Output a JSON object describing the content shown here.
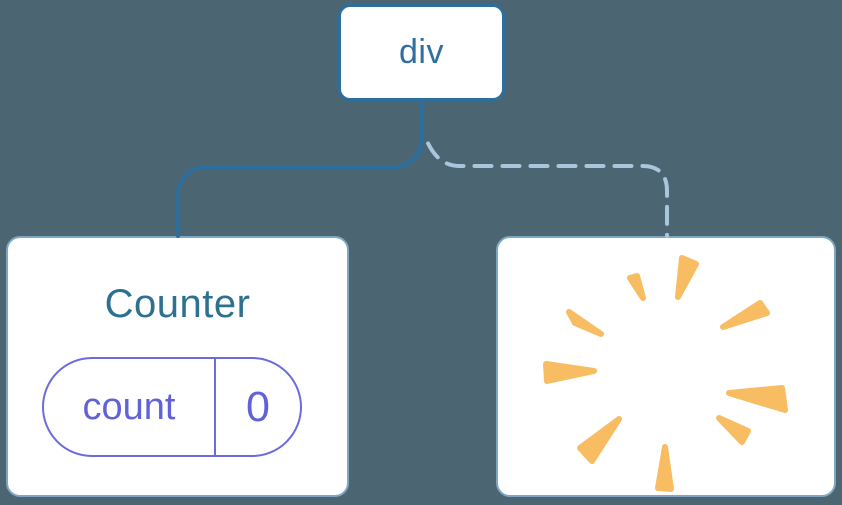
{
  "diagram": {
    "root_node": {
      "label": "div"
    },
    "kept_component": {
      "title": "Counter",
      "state": {
        "key": "count",
        "value": "0"
      }
    },
    "removed_component": {
      "icon": "poof-sparks-icon"
    }
  },
  "colors": {
    "background": "#4B6672",
    "card_fill": "#FFFFFF",
    "card_border": "#7FA6C2",
    "root_node_border": "#2C6F9F",
    "root_node_text": "#2F6F9F",
    "kept_title_text": "#2E7090",
    "state_pill_border": "#6B6BDC",
    "state_pill_text": "#6262D8",
    "solid_connector": "#2C6F9F",
    "dashed_connector": "#A9C6DC",
    "spark": "#F8BC63"
  }
}
